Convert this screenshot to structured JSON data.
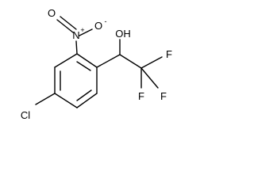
{
  "molecule": {
    "labels": {
      "nitro_o_top": "O",
      "nitro_o_side": "O",
      "nitro_n": "N",
      "hydroxyl": "OH",
      "chlorine": "Cl",
      "fluorine_1": "F",
      "fluorine_2": "F",
      "fluorine_3": "F"
    },
    "charges": {
      "nitro_o_minus": "-",
      "nitro_n_plus": "+"
    },
    "colors": {
      "bond": "#000000",
      "text": "#000000",
      "background": "#ffffff"
    }
  }
}
